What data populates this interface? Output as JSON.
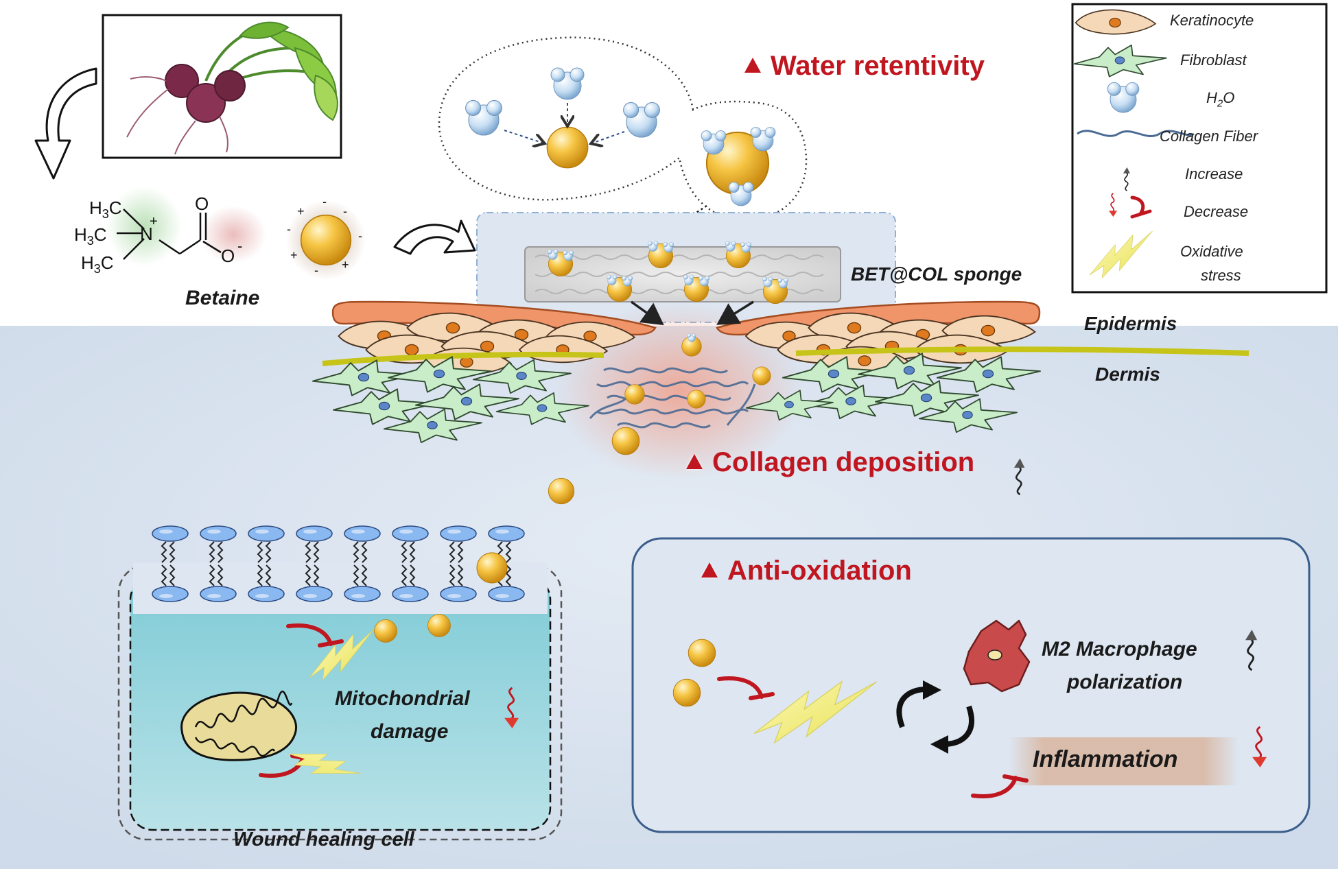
{
  "source_label": "Beetroot",
  "molecule": {
    "name": "Betaine",
    "groups": [
      "H3C",
      "H3C",
      "H3C"
    ],
    "atoms": [
      "N",
      "O",
      "O"
    ],
    "charges": [
      "+",
      "-"
    ]
  },
  "sponge_label": "BET@COL sponge",
  "layers": {
    "epidermis": "Epidermis",
    "dermis": "Dermis"
  },
  "effects": {
    "water": "Water retentivity",
    "collagen": "Collagen deposition",
    "antiox": "Anti-oxidation"
  },
  "cell_panel": {
    "damage_line1": "Mitochondrial",
    "damage_line2": "damage",
    "caption": "Wound healing cell"
  },
  "antiox_panel": {
    "macro_line1": "M2 Macrophage",
    "macro_line2": "polarization",
    "inflammation": "Inflammation"
  },
  "legend": {
    "items": [
      {
        "icon": "keratinocyte-icon",
        "label": "Keratinocyte"
      },
      {
        "icon": "fibroblast-icon",
        "label": "Fibroblast"
      },
      {
        "icon": "water-molecule-icon",
        "label": "H2O"
      },
      {
        "icon": "collagen-fiber-icon",
        "label": "Collagen Fiber"
      },
      {
        "icon": "increase-arrow-icon",
        "label": "Increase"
      },
      {
        "icon": "decrease-arrow-icon",
        "label": "Decrease"
      },
      {
        "icon": "oxidative-stress-icon",
        "label_line1": "Oxidative",
        "label_line2": "stress"
      }
    ]
  },
  "colors": {
    "accent_red": "#c0161f",
    "background_blue": "#dde6f1",
    "betaine_gold": "#f2b62b",
    "fibroblast_green": "#c9ecc9",
    "keratinocyte_tan": "#f4d8b8",
    "epidermis_orange": "#f0946a",
    "membrane_teal": "#8fd3dc",
    "panel_border": "#3b5e8c"
  }
}
